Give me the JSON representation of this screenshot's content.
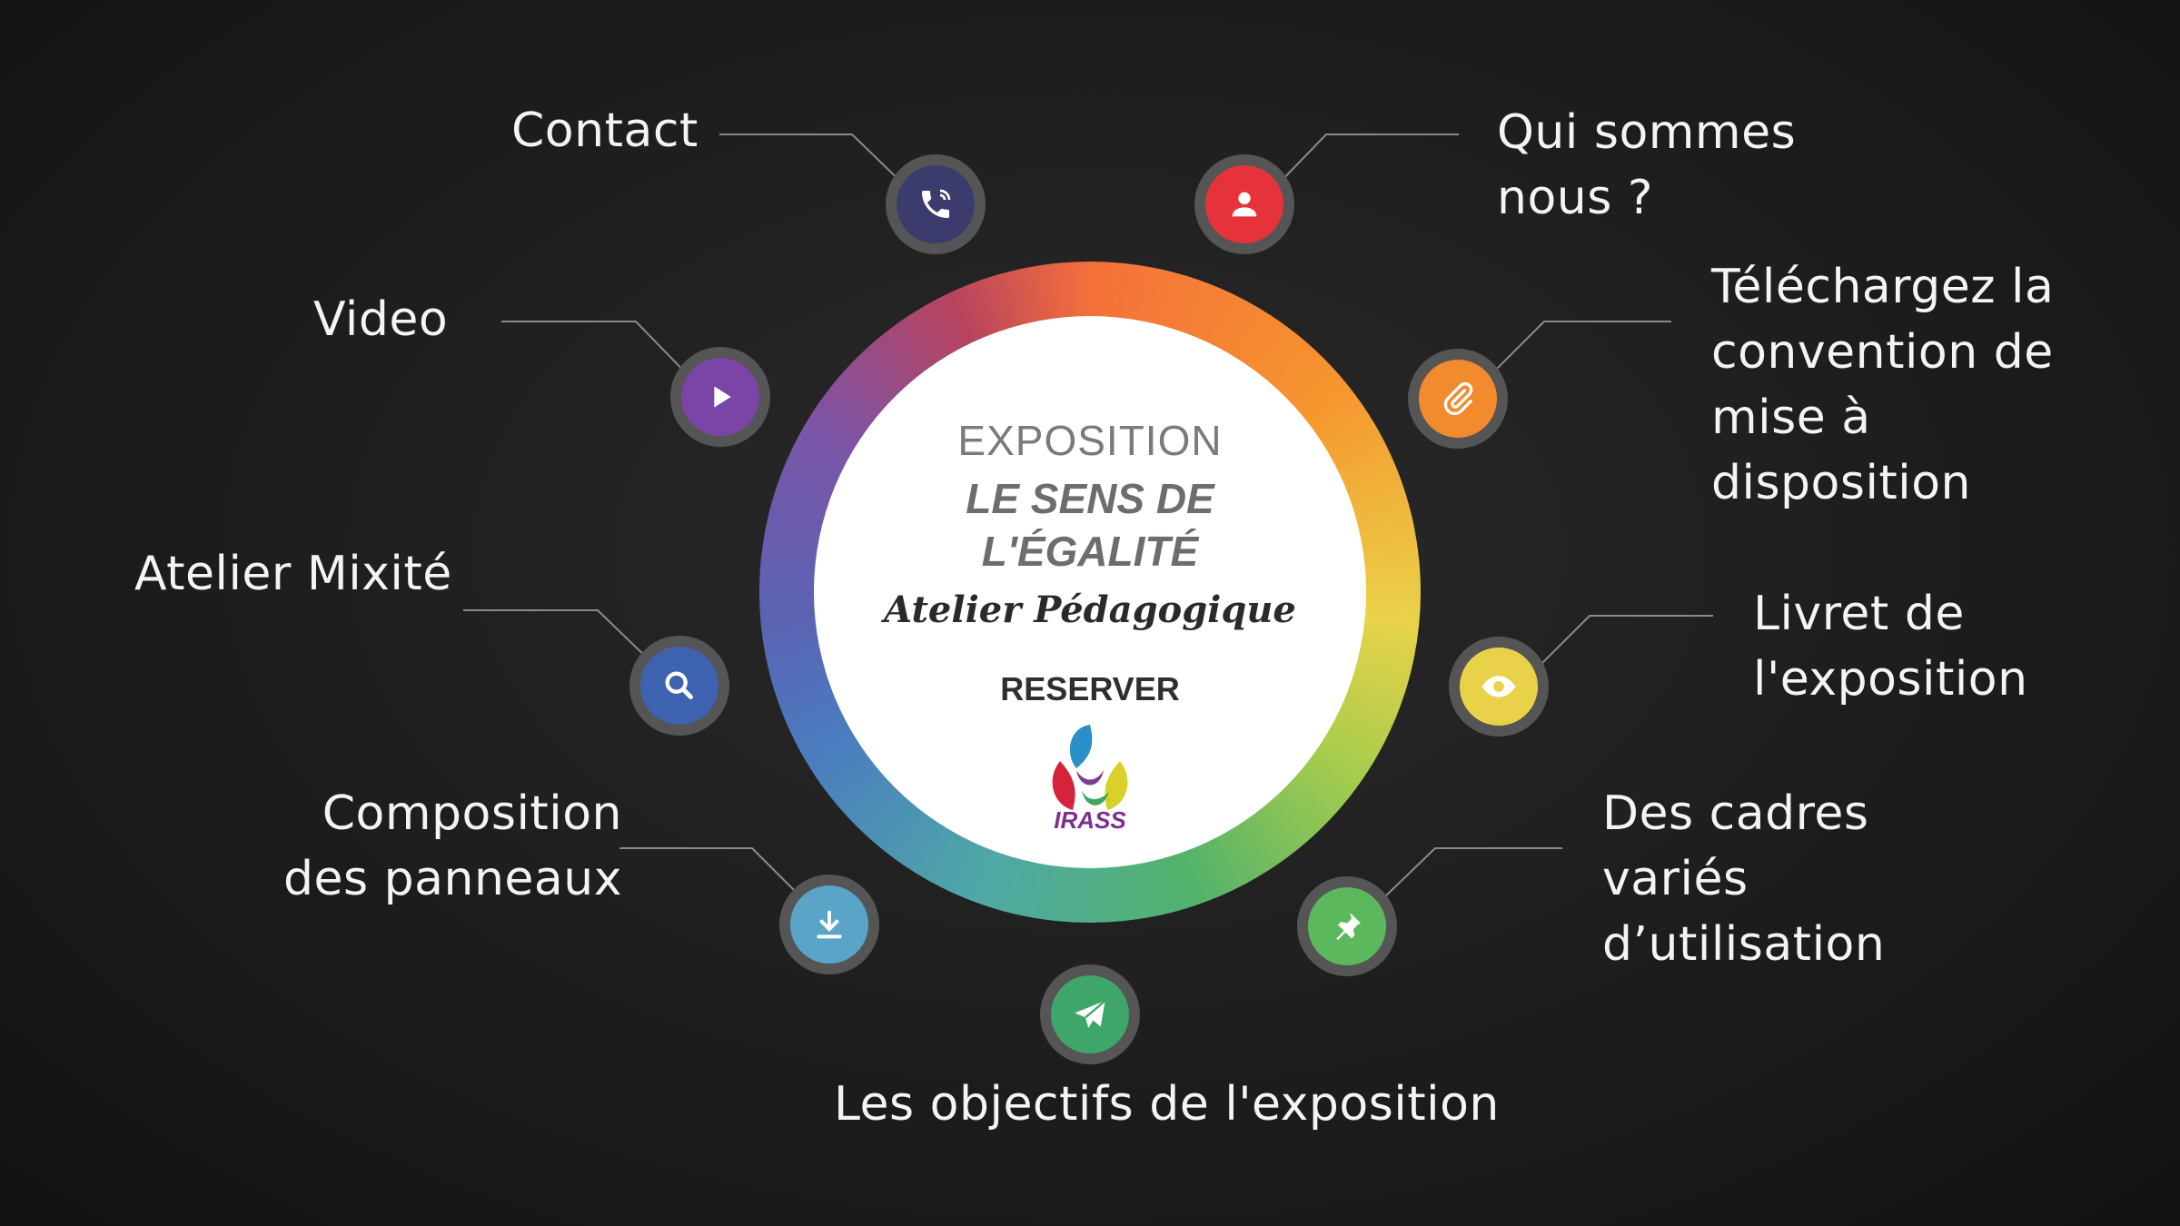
{
  "center": {
    "exposition": "EXPOSITION",
    "title_line1": "LE SENS DE",
    "title_line2": "L'ÉGALITÉ",
    "subtitle": "Atelier Pédagogique",
    "reserver": "RESERVER",
    "logo_text": "IRASS"
  },
  "menu": {
    "contact": {
      "label": "Contact",
      "icon": "phone-icon",
      "color": "#3b3b6e"
    },
    "qui": {
      "line1": "Qui sommes",
      "line2": "nous ?",
      "icon": "user-icon",
      "color": "#e6333a"
    },
    "video": {
      "label": "Video",
      "icon": "play-icon",
      "color": "#7b45a8"
    },
    "telechargez": {
      "line1": "Téléchargez la",
      "line2": "convention de",
      "line3": "mise à",
      "line4": "disposition",
      "icon": "paperclip-icon",
      "color": "#f28a2e"
    },
    "atelier": {
      "label": "Atelier Mixité",
      "icon": "search-icon",
      "color": "#3d63b0"
    },
    "livret": {
      "line1": "Livret de",
      "line2": "l'exposition",
      "icon": "eye-icon",
      "color": "#e9d24a"
    },
    "composition": {
      "line1": "Composition",
      "line2": "des panneaux",
      "icon": "download-icon",
      "color": "#5aa4c8"
    },
    "cadres": {
      "line1": "Des cadres",
      "line2": "variés",
      "line3": "d’utilisation",
      "icon": "pin-icon",
      "color": "#5cb85c"
    },
    "objectifs": {
      "label": "Les objectifs de l'exposition",
      "icon": "send-icon",
      "color": "#3fa66a"
    }
  }
}
